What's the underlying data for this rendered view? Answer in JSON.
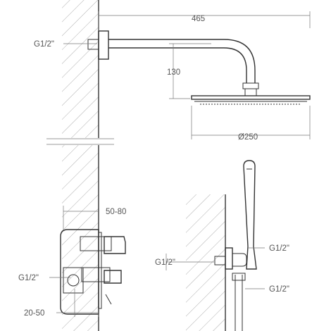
{
  "dimensions": {
    "arm_length": "465",
    "drop_height": "130",
    "head_diameter": "Ø250",
    "thread_top": "G1/2\"",
    "recess_depth": "50-80",
    "thread_valve": "G1/2\"",
    "cover_depth": "20-50",
    "thread_elbow": "G1/2\"",
    "thread_holder": "G1/2\"",
    "thread_hose": "G1/2\""
  },
  "colors": {
    "line": "#333333",
    "dimension": "#777777",
    "text": "#555555"
  }
}
